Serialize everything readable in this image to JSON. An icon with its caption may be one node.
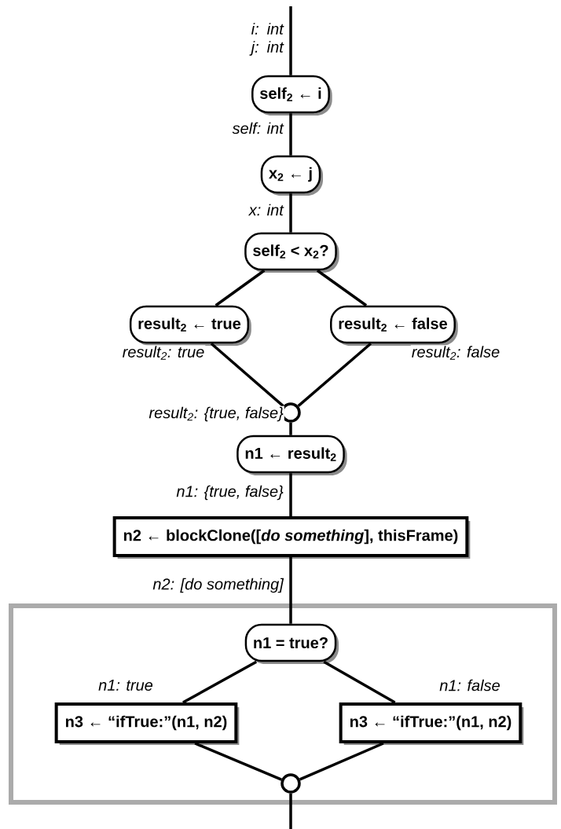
{
  "diagram": {
    "nodes": [
      {
        "text": [
          "self$_{2}$ ← i"
        ]
      },
      {
        "text": [
          "x$_{2}$ ← j"
        ]
      },
      {
        "text": [
          "self$_{2}$ < x$_{2}$?"
        ]
      },
      {
        "text": [
          "result$_{2}$ ← true"
        ]
      },
      {
        "text": [
          "result$_{2}$ ← false"
        ]
      },
      {
        "text": [],
        "shape": "circle"
      },
      {
        "text": [
          "n1 ← result$_{2}$"
        ]
      },
      {
        "text": [
          "n2 ← blockClone([*do something*], thisFrame)"
        ]
      },
      {
        "text": [],
        "shape": "box"
      },
      {
        "text": [
          "n1 = true?"
        ],
        "in": 8
      },
      {
        "text": [
          "n3 ← “ifTrue:”(n1, n2)"
        ],
        "in": 8
      },
      {
        "text": [
          "n3 ← “ifTrue:”(n1, n2)"
        ],
        "in": 8
      },
      {
        "text": [],
        "shape": "circle",
        "in": 8
      }
    ],
    "edges": [
      {
        "from": null,
        "to": 0,
        "arrow": "none",
        "label": "i: int j: int"
      },
      {
        "from": 0,
        "to": 1,
        "arrow": "none",
        "label": "self: int"
      },
      {
        "from": 1,
        "to": 2,
        "arrow": "none",
        "label": "x: int"
      },
      {
        "from": 2,
        "to": 3,
        "arrow": "none"
      },
      {
        "from": 2,
        "to": 4,
        "arrow": "none"
      },
      {
        "from": 3,
        "to": 5,
        "arrow": "none",
        "label": "result$_{2}$: true"
      },
      {
        "from": 4,
        "to": 5,
        "arrow": "none",
        "label": "result$_{2}$: false"
      },
      {
        "from": 5,
        "to": 6,
        "arrow": "none",
        "label": "result$_{2}$: {true, false}"
      },
      {
        "from": 6,
        "to": 7,
        "arrow": "none",
        "label": "n1: {true, false}"
      },
      {
        "from": 7,
        "to": 9,
        "arrow": "none",
        "label": "n2: [do something]"
      },
      {
        "from": 9,
        "to": 10,
        "arrow": "none",
        "label": "n1: true"
      },
      {
        "from": 9,
        "to": 11,
        "arrow": "none",
        "label": "n1: false"
      },
      {
        "from": 10,
        "to": 12,
        "arrow": "none"
      },
      {
        "from": 11,
        "to": 12,
        "arrow": "none"
      },
      {
        "from": 12,
        "to": null,
        "arrow": "none"
      }
    ]
  }
}
